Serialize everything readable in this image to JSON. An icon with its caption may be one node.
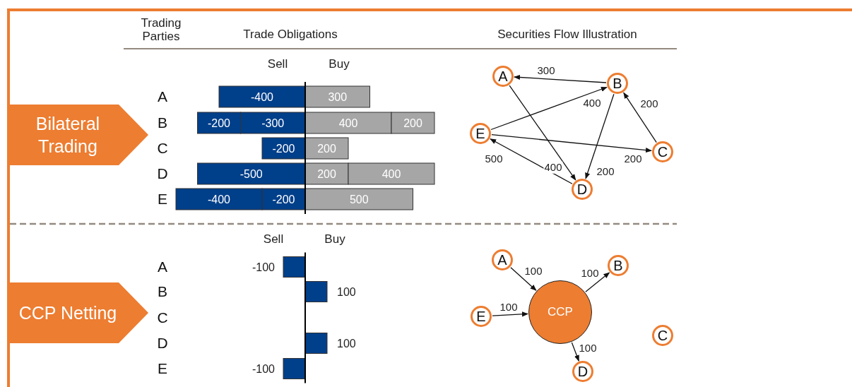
{
  "diagram": {
    "nodes": [
      {
        "text": [
          "Bilateral Trading"
        ]
      },
      {
        "text": [
          "CCP Netting"
        ]
      },
      {
        "text": [
          "A"
        ]
      },
      {
        "text": [
          "B"
        ]
      },
      {
        "text": [
          "C"
        ]
      },
      {
        "text": [
          "D"
        ]
      },
      {
        "text": [
          "E"
        ]
      },
      {
        "text": [
          "A"
        ]
      },
      {
        "text": [
          "B"
        ]
      },
      {
        "text": [
          "C"
        ]
      },
      {
        "text": [
          "D"
        ]
      },
      {
        "text": [
          "E"
        ]
      },
      {
        "text": [
          "CCP"
        ]
      }
    ],
    "edges": [
      {
        "from": 3,
        "to": 2,
        "arrow": "to",
        "label": "300"
      },
      {
        "from": 6,
        "to": 3,
        "arrow": "to",
        "label": "400"
      },
      {
        "from": 4,
        "to": 3,
        "arrow": "to",
        "label": "200"
      },
      {
        "from": 6,
        "to": 4,
        "arrow": "to",
        "label": "200"
      },
      {
        "from": 2,
        "to": 5,
        "arrow": "to",
        "label": "400"
      },
      {
        "from": 3,
        "to": 5,
        "arrow": "to",
        "label": "200"
      },
      {
        "from": 5,
        "to": 6,
        "arrow": "to",
        "label": "500"
      },
      {
        "from": 7,
        "to": 12,
        "arrow": "to",
        "label": "100"
      },
      {
        "from": 12,
        "to": 8,
        "arrow": "to",
        "label": "100"
      },
      {
        "from": 11,
        "to": 12,
        "arrow": "to",
        "label": "100"
      },
      {
        "from": 12,
        "to": 10,
        "arrow": "to",
        "label": "100"
      }
    ],
    "labels": [
      "Trading Parties",
      "Trade Obligations",
      "Securities Flow Illustration",
      "Sell",
      "Buy",
      "Sell",
      "Buy"
    ],
    "chart_data": [
      {
        "type": "bar",
        "orientation": "horizontal",
        "stacked": true,
        "categories": [
          "A",
          "B",
          "C",
          "D",
          "E"
        ],
        "series": [
          {
            "color": "#003f8a",
            "values": [
              -400,
              -300,
              -200,
              -500,
              -200
            ]
          },
          {
            "color": "#003f8a",
            "values": [
              null,
              -200,
              null,
              null,
              -400
            ]
          },
          {
            "color": "#a6a6a6",
            "values": [
              300,
              400,
              200,
              200,
              500
            ]
          },
          {
            "color": "#a6a6a6",
            "values": [
              null,
              200,
              null,
              400,
              null
            ]
          }
        ],
        "data_labels": true
      },
      {
        "type": "bar",
        "orientation": "horizontal",
        "categories": [
          "A",
          "B",
          "C",
          "D",
          "E"
        ],
        "series": [
          {
            "color": "#003f8a",
            "values": [
              -100,
              100,
              null,
              100,
              -100
            ]
          }
        ],
        "data_labels": true
      }
    ]
  }
}
